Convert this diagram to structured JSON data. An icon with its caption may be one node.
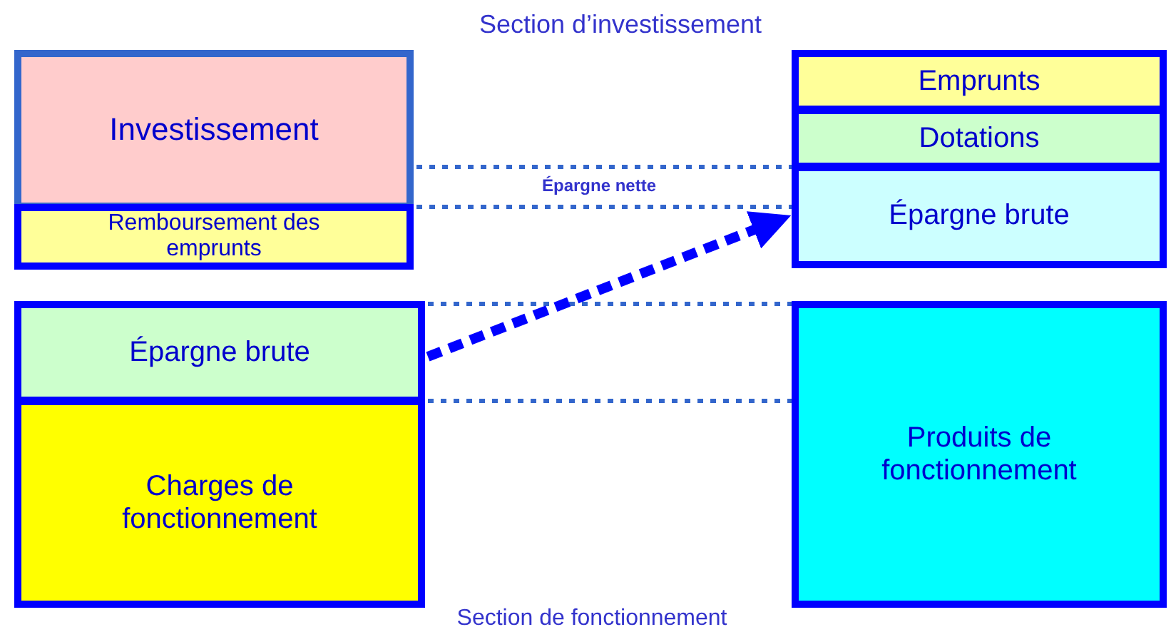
{
  "diagram": {
    "title": "Section d’investissement",
    "caption": "Section de fonctionnement",
    "nodes": [
      {
        "text": [
          "Investissement"
        ]
      },
      {
        "text": [
          "Remboursement des emprunts"
        ]
      },
      {
        "text": [
          "Emprunts"
        ]
      },
      {
        "text": [
          "Dotations"
        ]
      },
      {
        "text": [
          "Épargne brute"
        ]
      },
      {
        "text": [
          "Épargne brute"
        ]
      },
      {
        "text": [
          "Charges de fonctionnement"
        ]
      },
      {
        "text": [
          "Produits de fonctionnement"
        ]
      }
    ],
    "edges": [
      {
        "from": 0,
        "to": 3,
        "arrow": "none",
        "style": "dashed"
      },
      {
        "from": 1,
        "to": 4,
        "arrow": "none",
        "style": "dashed"
      },
      {
        "from": 5,
        "to": 7,
        "arrow": "none",
        "style": "dashed"
      },
      {
        "from": 6,
        "to": 7,
        "arrow": "none",
        "style": "dashed"
      },
      {
        "from": 5,
        "to": 4,
        "arrow": "to",
        "style": "dashed",
        "color": "#0000ff"
      }
    ],
    "labels": [
      "Épargne nette"
    ]
  }
}
